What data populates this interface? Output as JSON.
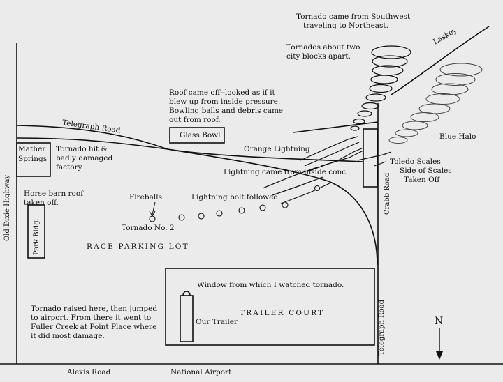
{
  "notes": {
    "direction_1": "Tornado came from Southwest",
    "direction_2": "traveling to Northeast.",
    "apart_1": "Tornados about two",
    "apart_2": "city blocks apart.",
    "roof_1": "Roof came off--looked as if it",
    "roof_2": "blew up from inside pressure.",
    "roof_3": "Bowling balls and debris came",
    "roof_4": "out from roof.",
    "factory_1": "Tornado hit &",
    "factory_2": "badly damaged",
    "factory_3": "factory.",
    "barn_1": "Horse barn roof",
    "barn_2": "taken off.",
    "orange_lightning": "Orange  Lightning",
    "lightning_cone": "Lightning came from inside conc.",
    "bolt_followed": "Lightning bolt followed.",
    "fireballs": "Fireballs",
    "tornado_no2": "Tornado No. 2",
    "window": "Window from which I watched tornado.",
    "raised_1": "Tornado raised here, then jumped",
    "raised_2": "to airport.  From there it went to",
    "raised_3": "Fuller Creek at Point Place where",
    "raised_4": "it did most damage.",
    "toledo_scales": "Toledo Scales",
    "side_scales_1": "Side of Scales",
    "side_scales_2": "Taken Off",
    "blue_halo": "Blue Halo"
  },
  "places": {
    "mather_1": "Mather",
    "mather_2": "Springs",
    "glass_bowl": "Glass Bowl",
    "park_bldg": "Park Bldg.",
    "race_parking": "RACE PARKING LOT",
    "trailer_court": "TRAILER COURT",
    "our_trailer": "Our Trailer"
  },
  "roads": {
    "telegraph_road_top": "Telegraph Road",
    "laskey": "Laskey",
    "old_dixie": "Old Dixie Highway",
    "crabb": "Crabb Road",
    "telegraph_road_right": "Telegraph Road",
    "alexis": "Alexis Road",
    "national_airport": "National Airport"
  },
  "compass": {
    "north": "N"
  },
  "colors": {
    "paper": "#ebebeb",
    "ink": "#111111"
  }
}
